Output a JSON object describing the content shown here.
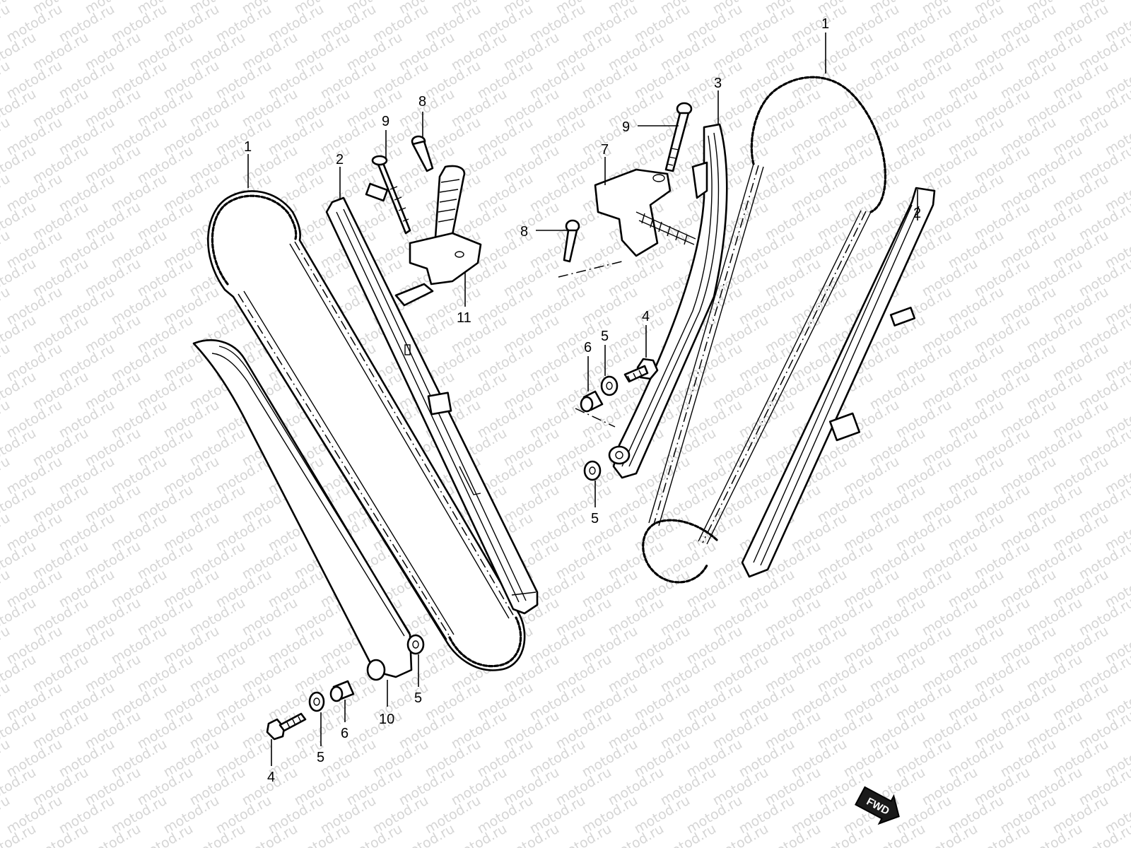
{
  "watermark": "motod.ru",
  "fwd_label": "FWD",
  "callouts": {
    "c1a": "1",
    "c2a": "2",
    "c9a": "9",
    "c8a": "8",
    "c11": "11",
    "c10": "10",
    "c5a": "5",
    "c6a": "6",
    "c5b": "5",
    "c4a": "4",
    "c1b": "1",
    "c3": "3",
    "c9b": "9",
    "c7": "7",
    "c8b": "8",
    "c2b": "2",
    "c4b": "4",
    "c5c": "5",
    "c6b": "6",
    "c5d": "5"
  }
}
